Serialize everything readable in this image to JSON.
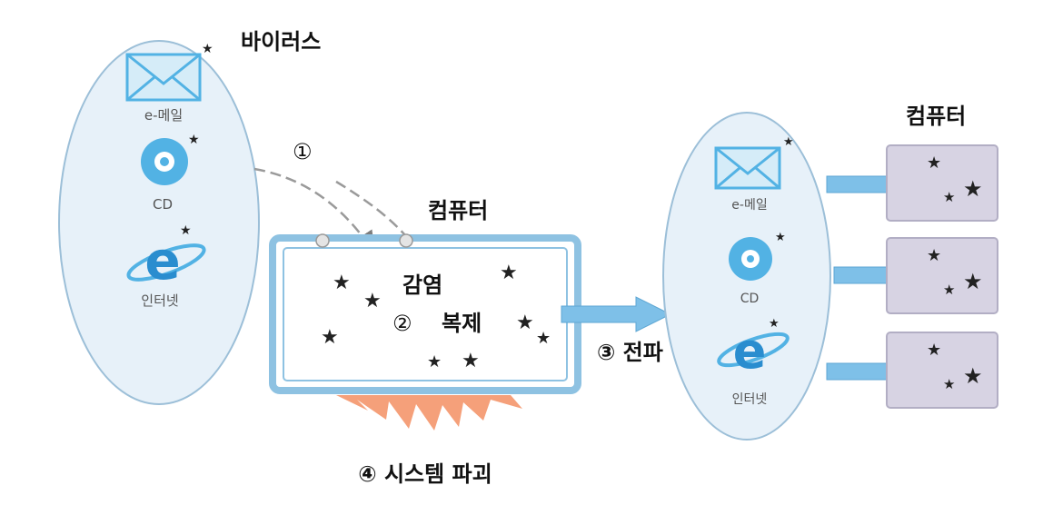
{
  "labels": {
    "virus_title": "바이러스",
    "step1": "①",
    "computer_center_title": "컴퓨터",
    "infection": "감염",
    "step2": "②",
    "replication": "복제",
    "step3_spread": "③ 전파",
    "step4_destruction": "④ 시스템 파괴",
    "computers_right_title": "컴퓨터"
  },
  "left_group": {
    "items": [
      {
        "label": "e-메일",
        "icon": "envelope-icon"
      },
      {
        "label": "CD",
        "icon": "cd-icon"
      },
      {
        "label": "인터넷",
        "icon": "internet-explorer-icon"
      }
    ]
  },
  "right_group": {
    "items": [
      {
        "label": "e-메일",
        "icon": "envelope-icon"
      },
      {
        "label": "CD",
        "icon": "cd-icon"
      },
      {
        "label": "인터넷",
        "icon": "internet-explorer-icon"
      }
    ]
  },
  "colors": {
    "oval_fill": "#e7f1f9",
    "oval_stroke": "#9cbfd8",
    "icon_blue": "#52b2e4",
    "icon_light": "#d5ecf8",
    "frame_blue": "#8ec2e2",
    "arrow_blue": "#7ec0e8",
    "box_fill": "#d7d3e3",
    "box_stroke": "#b2aec4",
    "burst_orange": "#f5a07a",
    "dashed_gray": "#9a9a9a"
  }
}
